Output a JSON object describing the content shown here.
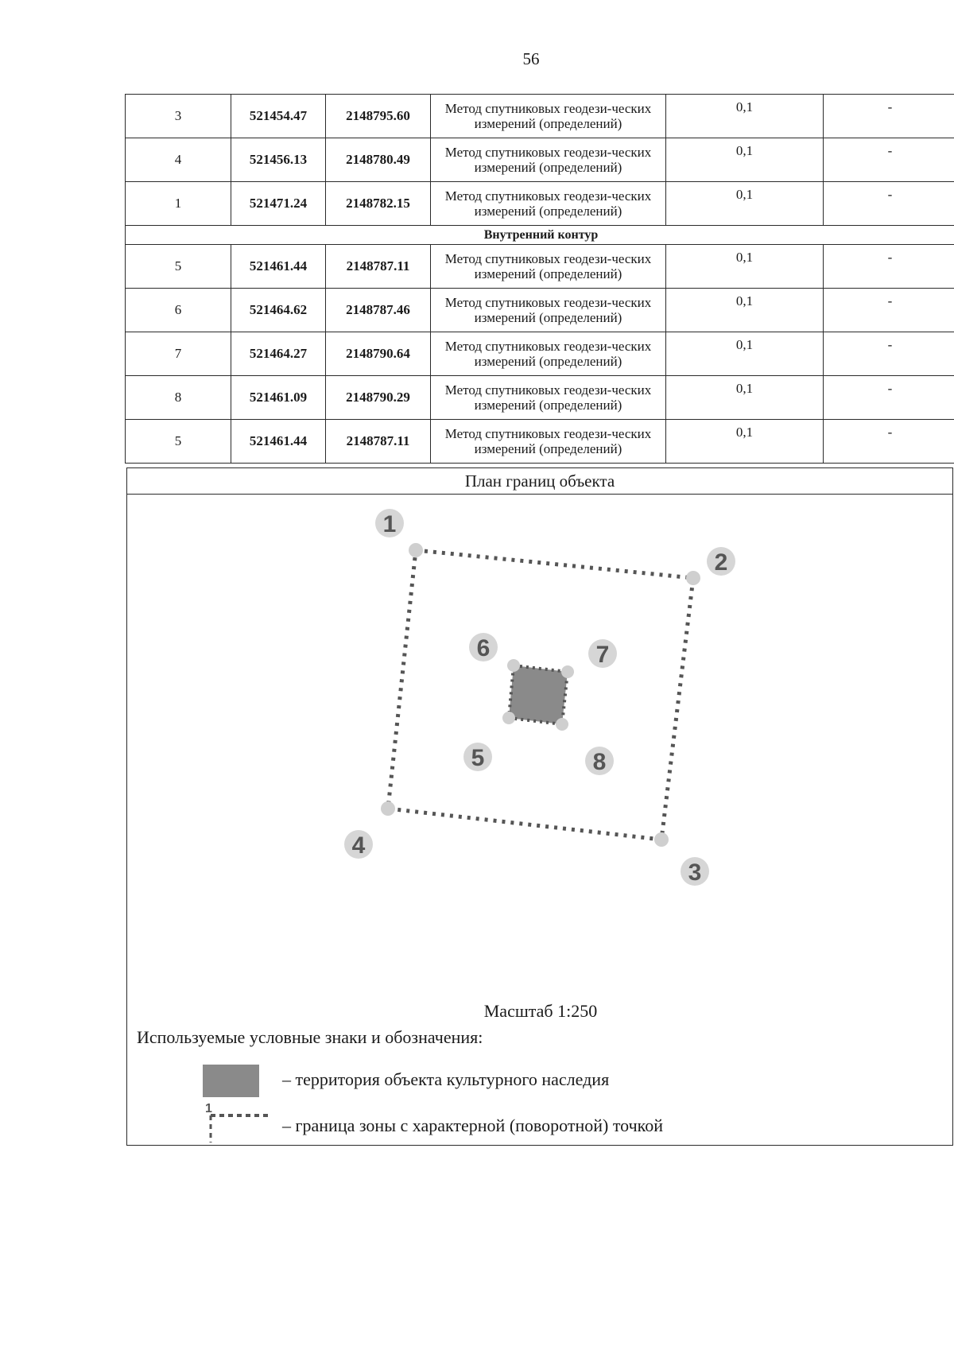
{
  "page_number": "56",
  "method_text": "Метод спутниковых геодези-ческих измерений (определений)",
  "precision_value": "0,1",
  "description_value": "-",
  "rows_outer": [
    {
      "point": "3",
      "x": "521454.47",
      "y": "2148795.60"
    },
    {
      "point": "4",
      "x": "521456.13",
      "y": "2148780.49"
    },
    {
      "point": "1",
      "x": "521471.24",
      "y": "2148782.15"
    }
  ],
  "inner_contour_label": "Внутренний контур",
  "rows_inner": [
    {
      "point": "5",
      "x": "521461.44",
      "y": "2148787.11"
    },
    {
      "point": "6",
      "x": "521464.62",
      "y": "2148787.46"
    },
    {
      "point": "7",
      "x": "521464.27",
      "y": "2148790.64"
    },
    {
      "point": "8",
      "x": "521461.09",
      "y": "2148790.29"
    },
    {
      "point": "5",
      "x": "521461.44",
      "y": "2148787.11"
    }
  ],
  "plan": {
    "title": "План границ объекта",
    "point_labels": [
      "1",
      "2",
      "3",
      "4",
      "5",
      "6",
      "7",
      "8"
    ],
    "scale": "Масштаб 1:250",
    "legend_title": "Используемые условные знаки и обозначения:",
    "legend": [
      {
        "text": "– территория объекта культурного наследия"
      },
      {
        "text": "– граница зоны с характерной (поворотной) точкой",
        "sample_label": "1"
      }
    ],
    "colors": {
      "fill": "#8a8a8a",
      "boundary": "#555555",
      "marker": "#cfcfcf"
    }
  }
}
